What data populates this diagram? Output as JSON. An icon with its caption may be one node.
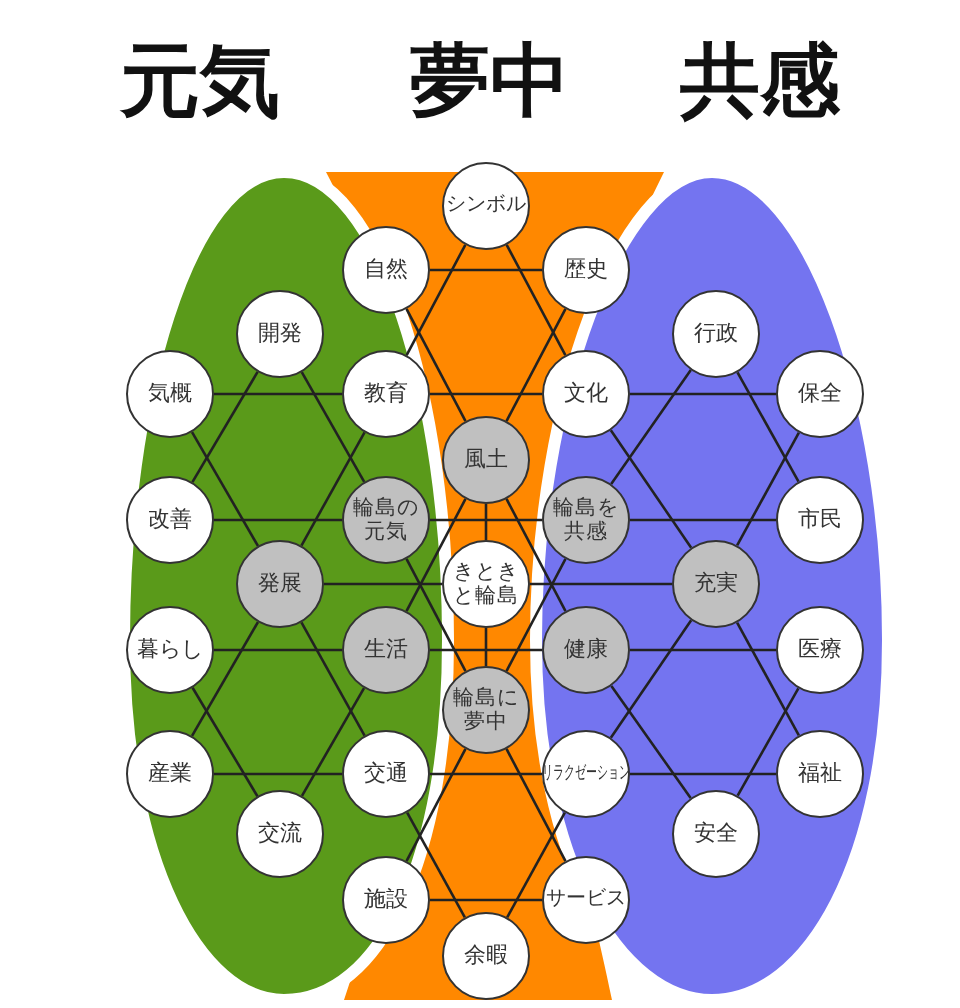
{
  "diagram": {
    "nodes": [
      {
        "text": [
          "シンボル"
        ]
      },
      {
        "text": [
          "自然"
        ]
      },
      {
        "text": [
          "歴史"
        ]
      },
      {
        "text": [
          "開発"
        ]
      },
      {
        "text": [
          "行政"
        ]
      },
      {
        "text": [
          "気概"
        ]
      },
      {
        "text": [
          "教育"
        ]
      },
      {
        "text": [
          "文化"
        ]
      },
      {
        "text": [
          "保全"
        ]
      },
      {
        "text": [
          "風土"
        ]
      },
      {
        "text": [
          "改善"
        ]
      },
      {
        "text": [
          "輪島の元気"
        ]
      },
      {
        "text": [
          "輪島を共感"
        ]
      },
      {
        "text": [
          "市民"
        ]
      },
      {
        "text": [
          "発展"
        ]
      },
      {
        "text": [
          "きときと輪島"
        ]
      },
      {
        "text": [
          "充実"
        ]
      },
      {
        "text": [
          "暮らし"
        ]
      },
      {
        "text": [
          "生活"
        ]
      },
      {
        "text": [
          "健康"
        ]
      },
      {
        "text": [
          "医療"
        ]
      },
      {
        "text": [
          "輪島に夢中"
        ]
      },
      {
        "text": [
          "産業"
        ]
      },
      {
        "text": [
          "交通"
        ]
      },
      {
        "text": [
          "リラクゼーション"
        ]
      },
      {
        "text": [
          "福祉"
        ]
      },
      {
        "text": [
          "交流"
        ]
      },
      {
        "text": [
          "安全"
        ]
      },
      {
        "text": [
          "施設"
        ]
      },
      {
        "text": [
          "サービス"
        ]
      },
      {
        "text": [
          "余暇"
        ]
      }
    ],
    "edges": [
      {
        "from": 0,
        "to": 6,
        "arrow": "none"
      },
      {
        "from": 0,
        "to": 7,
        "arrow": "none"
      },
      {
        "from": 6,
        "to": 7,
        "arrow": "none"
      },
      {
        "from": 1,
        "to": 2,
        "arrow": "none"
      },
      {
        "from": 1,
        "to": 9,
        "arrow": "none"
      },
      {
        "from": 2,
        "to": 9,
        "arrow": "none"
      },
      {
        "from": 9,
        "to": 18,
        "arrow": "none"
      },
      {
        "from": 9,
        "to": 19,
        "arrow": "none"
      },
      {
        "from": 18,
        "to": 19,
        "arrow": "none"
      },
      {
        "from": 11,
        "to": 12,
        "arrow": "none"
      },
      {
        "from": 11,
        "to": 21,
        "arrow": "none"
      },
      {
        "from": 12,
        "to": 21,
        "arrow": "none"
      },
      {
        "from": 21,
        "to": 28,
        "arrow": "none"
      },
      {
        "from": 21,
        "to": 29,
        "arrow": "none"
      },
      {
        "from": 28,
        "to": 29,
        "arrow": "none"
      },
      {
        "from": 23,
        "to": 24,
        "arrow": "none"
      },
      {
        "from": 23,
        "to": 30,
        "arrow": "none"
      },
      {
        "from": 24,
        "to": 30,
        "arrow": "none"
      },
      {
        "from": 3,
        "to": 10,
        "arrow": "none"
      },
      {
        "from": 3,
        "to": 11,
        "arrow": "none"
      },
      {
        "from": 10,
        "to": 11,
        "arrow": "none"
      },
      {
        "from": 5,
        "to": 6,
        "arrow": "none"
      },
      {
        "from": 5,
        "to": 14,
        "arrow": "none"
      },
      {
        "from": 6,
        "to": 14,
        "arrow": "none"
      },
      {
        "from": 14,
        "to": 22,
        "arrow": "none"
      },
      {
        "from": 14,
        "to": 23,
        "arrow": "none"
      },
      {
        "from": 22,
        "to": 23,
        "arrow": "none"
      },
      {
        "from": 17,
        "to": 18,
        "arrow": "none"
      },
      {
        "from": 17,
        "to": 26,
        "arrow": "none"
      },
      {
        "from": 18,
        "to": 26,
        "arrow": "none"
      },
      {
        "from": 4,
        "to": 12,
        "arrow": "none"
      },
      {
        "from": 4,
        "to": 13,
        "arrow": "none"
      },
      {
        "from": 12,
        "to": 13,
        "arrow": "none"
      },
      {
        "from": 7,
        "to": 8,
        "arrow": "none"
      },
      {
        "from": 7,
        "to": 16,
        "arrow": "none"
      },
      {
        "from": 8,
        "to": 16,
        "arrow": "none"
      },
      {
        "from": 16,
        "to": 24,
        "arrow": "none"
      },
      {
        "from": 16,
        "to": 25,
        "arrow": "none"
      },
      {
        "from": 24,
        "to": 25,
        "arrow": "none"
      },
      {
        "from": 19,
        "to": 20,
        "arrow": "none"
      },
      {
        "from": 19,
        "to": 27,
        "arrow": "none"
      },
      {
        "from": 20,
        "to": 27,
        "arrow": "none"
      },
      {
        "from": 14,
        "to": 15,
        "arrow": "none"
      },
      {
        "from": 15,
        "to": 16,
        "arrow": "none"
      },
      {
        "from": 9,
        "to": 15,
        "arrow": "none"
      },
      {
        "from": 15,
        "to": 21,
        "arrow": "none"
      }
    ],
    "labels": [
      "元気",
      "夢中",
      "共感"
    ]
  }
}
